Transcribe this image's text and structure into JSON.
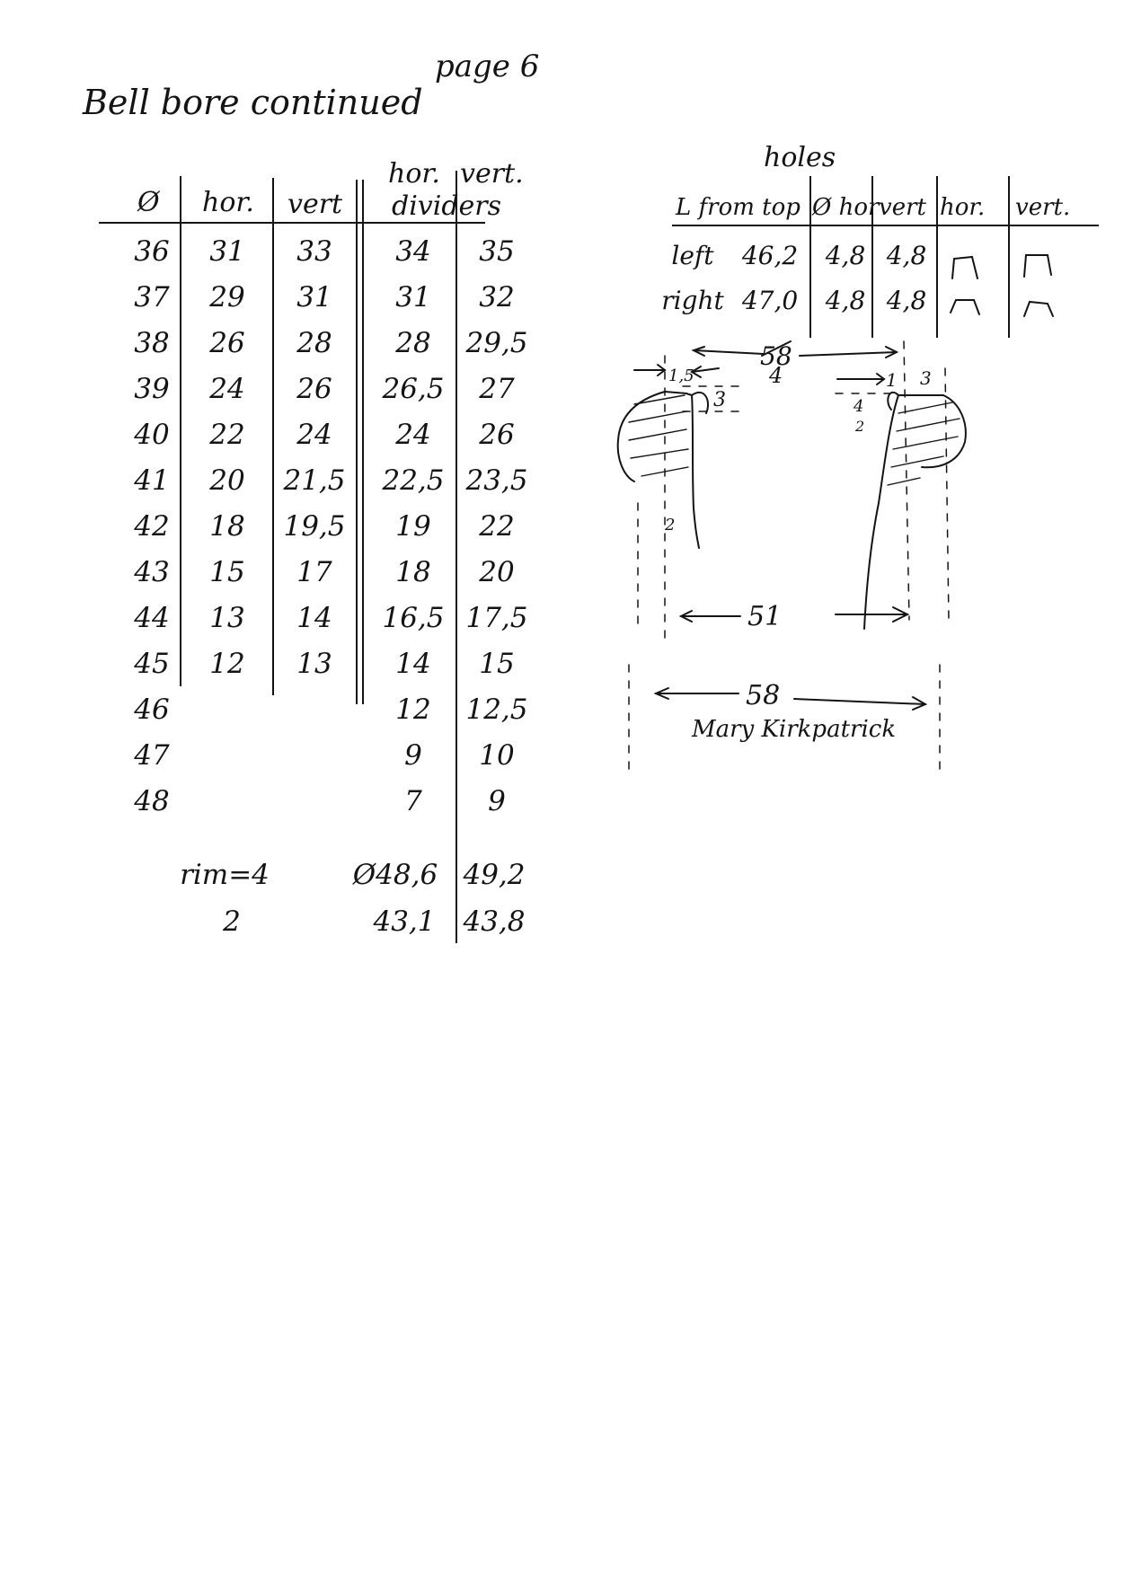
{
  "title": "Bell bore continued",
  "page": "page 6",
  "bore_table": {
    "headers": {
      "diameter": "Ø",
      "hor": "hor.",
      "vert": "vert",
      "dividers_hor": "hor.",
      "dividers_vert": "vert.",
      "dividers": "dividers"
    },
    "rows": [
      {
        "d": "36",
        "hor": "31",
        "vert": "33",
        "dhor": "34",
        "dvert": "35"
      },
      {
        "d": "37",
        "hor": "29",
        "vert": "31",
        "dhor": "31",
        "dvert": "32"
      },
      {
        "d": "38",
        "hor": "26",
        "vert": "28",
        "dhor": "28",
        "dvert": "29,5"
      },
      {
        "d": "39",
        "hor": "24",
        "vert": "26",
        "dhor": "26,5",
        "dvert": "27"
      },
      {
        "d": "40",
        "hor": "22",
        "vert": "24",
        "dhor": "24",
        "dvert": "26"
      },
      {
        "d": "41",
        "hor": "20",
        "vert": "21,5",
        "dhor": "22,5",
        "dvert": "23,5"
      },
      {
        "d": "42",
        "hor": "18",
        "vert": "19,5",
        "dhor": "19",
        "dvert": "22"
      },
      {
        "d": "43",
        "hor": "15",
        "vert": "17",
        "dhor": "18",
        "dvert": "20"
      },
      {
        "d": "44",
        "hor": "13",
        "vert": "14",
        "dhor": "16,5",
        "dvert": "17,5"
      },
      {
        "d": "45",
        "hor": "12",
        "vert": "13",
        "dhor": "14",
        "dvert": "15"
      },
      {
        "d": "46",
        "hor": "",
        "vert": "",
        "dhor": "12",
        "dvert": "12,5"
      },
      {
        "d": "47",
        "hor": "",
        "vert": "",
        "dhor": "9",
        "dvert": "10"
      },
      {
        "d": "48",
        "hor": "",
        "vert": "",
        "dhor": "7",
        "dvert": "9"
      }
    ],
    "rim_label": "rim=4",
    "rim_value_label": "Ø48,6",
    "rim_value_vert": "49,2",
    "rim2_label": "2",
    "rim2_hor": "43,1",
    "rim2_vert": "43,8"
  },
  "holes_table": {
    "title": "holes",
    "headers": {
      "position": "L from top",
      "diameter": "Ø hor",
      "vert": "vert",
      "hor_profile": "hor.",
      "vert_profile": "vert."
    },
    "rows": [
      {
        "side": "left",
        "position": "46,2",
        "diameter": "4,8",
        "vert": "4,8"
      },
      {
        "side": "right",
        "position": "47,0",
        "diameter": "4,8",
        "vert": "4,8"
      }
    ]
  },
  "sketch": {
    "dim_top_struck": "58",
    "dim_top_correct": "4",
    "dim_left": "1,5",
    "dim_left_depth": "3",
    "dim_right_a": "1",
    "dim_right_b": "3",
    "dim_right_depth": "4",
    "dim_right_small": "2",
    "dim_inner": "51",
    "dim_outer": "58",
    "tick_mark": "2"
  },
  "signature": "Mary Kirkpatrick"
}
